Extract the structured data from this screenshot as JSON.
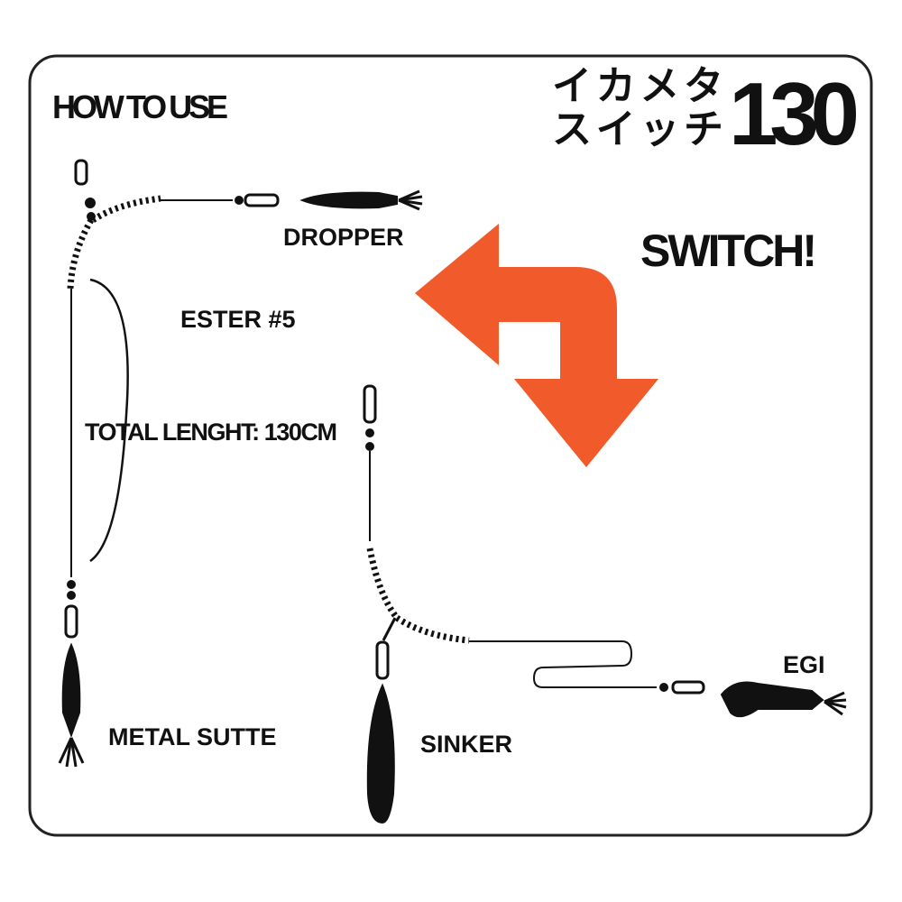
{
  "heading": "HOW TO USE",
  "title": {
    "line1": "イカメタ",
    "line2": "スイッチ",
    "number": "130"
  },
  "switch_label": "SWITCH!",
  "labels": {
    "dropper": "DROPPER",
    "ester": "ESTER #5",
    "total_length": "TOTAL LENGHT: 130CM",
    "metal_sutte": "METAL SUTTE",
    "sinker": "SINKER",
    "egi": "EGI"
  },
  "colors": {
    "arrow": "#f15a2b",
    "ink": "#111111",
    "border": "#222222"
  }
}
